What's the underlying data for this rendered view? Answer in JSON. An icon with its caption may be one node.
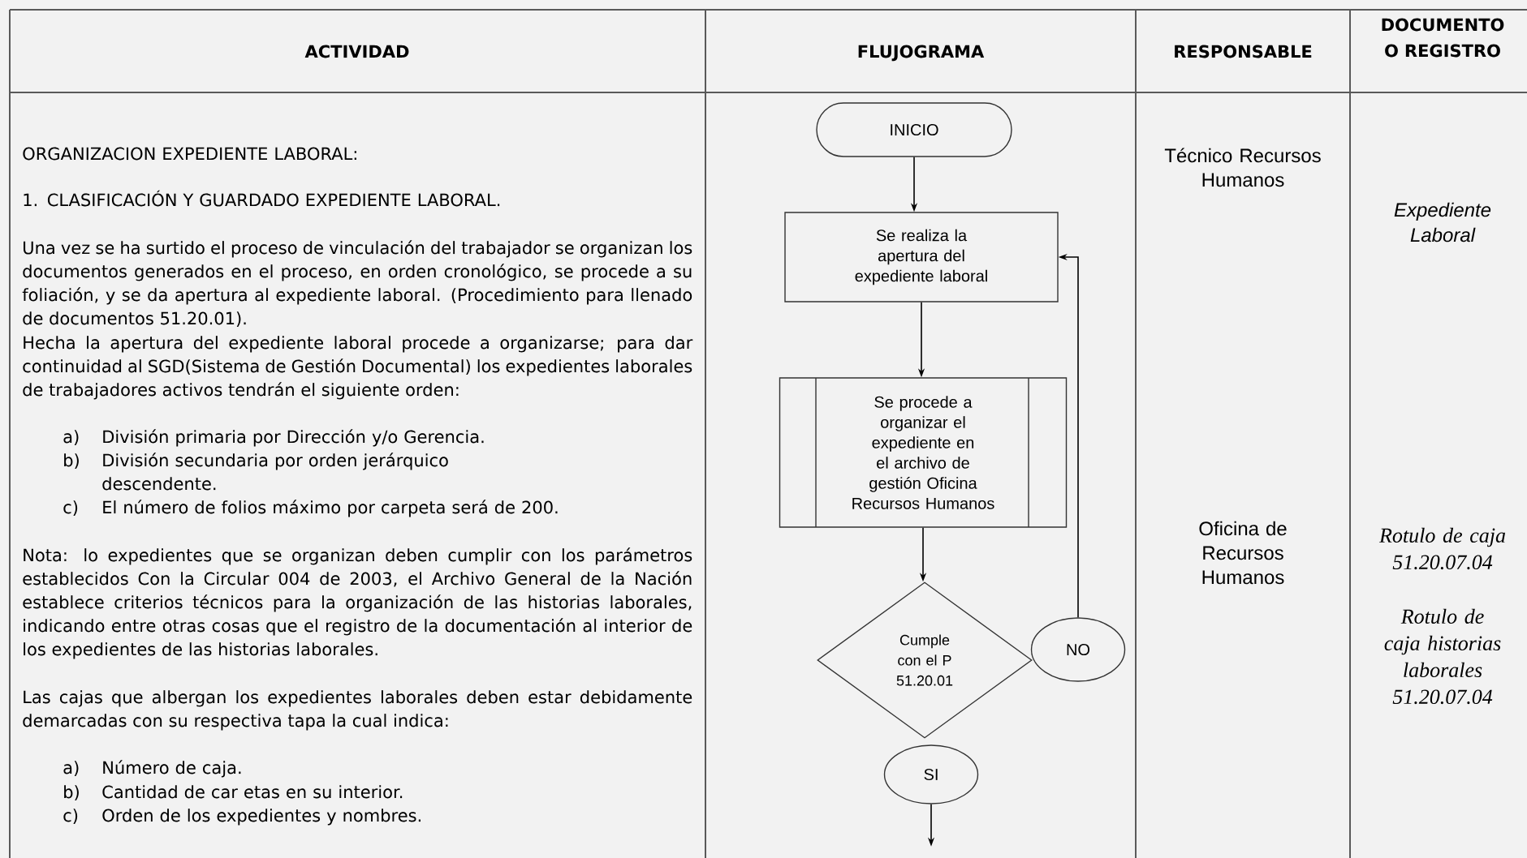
{
  "diagram": {
    "nodes": [
      {
        "text": [
          "INICIO"
        ]
      },
      {
        "text": [
          "Se realiza la apertura del expediente laboral"
        ]
      },
      {
        "text": [
          "Se procede a organizar el expediente en el archivo de gestión Oficina Recursos Humanos"
        ]
      },
      {
        "text": [
          "Cumple con el P 51.20.01"
        ]
      },
      {
        "text": [
          "NO"
        ]
      },
      {
        "text": [
          "SI"
        ]
      }
    ],
    "edges": [
      {
        "from": 0,
        "to": 1,
        "arrow": "to"
      },
      {
        "from": 1,
        "to": 2,
        "arrow": "to"
      },
      {
        "from": 2,
        "to": 3,
        "arrow": "to"
      },
      {
        "from": 4,
        "to": 1,
        "arrow": "to"
      },
      {
        "from": 5,
        "to": null,
        "arrow": "to"
      }
    ],
    "labels": [
      "ACTIVIDAD",
      "FLUJOGRAMA",
      "RESPONSABLE",
      "DOCUMENTO O REGISTRO",
      "ORGANIZACION EXPEDIENTE LABORAL:",
      "1. CLASIFICACIÓN Y GUARDADO EXPEDIENTE LABORAL.",
      "Una vez se ha surtido el proceso de vinculación del trabajador se organizan los documentos generados en el proceso, en orden cronológico, se procede a su foliación, y se da apertura al expediente laboral. (Procedimiento para llenado de documentos 51.20.01).",
      "Hecha la apertura del expediente laboral procede a organizarse; para dar continuidad al SGD(Sistema de Gestión Documental) los expedientes laborales de trabajadores activos tendrán el siguiente orden:",
      "a)",
      "División primaria por Dirección y/o Gerencia.",
      "b)",
      "División secundaria por orden jerárquico descendente.",
      "c)",
      "El número de folios máximo por carpeta será de 200.",
      "Nota: lo expedientes que se organizan deben cumplir con los parámetros establecidos Con la Circular 004 de 2003, el Archivo General de la Nación establece criterios técnicos para la organización de las historias laborales, indicando entre otras cosas que el registro de la documentación al interior de los expedientes de las historias laborales.",
      "Las cajas que albergan los expedientes laborales deben estar debidamente demarcadas con su respectiva tapa la cual indica:",
      "a)",
      "Número de caja.",
      "b)",
      "Cantidad de car etas en su interior.",
      "c)",
      "Orden de los expedientes y nombres.",
      "Técnico Recursos Humanos",
      "Expediente Laboral",
      "Oficina de Recursos Humanos",
      "Rotulo de caja 51.20.07.04",
      "Rotulo de caja historias laborales 51.20.07.04"
    ]
  }
}
